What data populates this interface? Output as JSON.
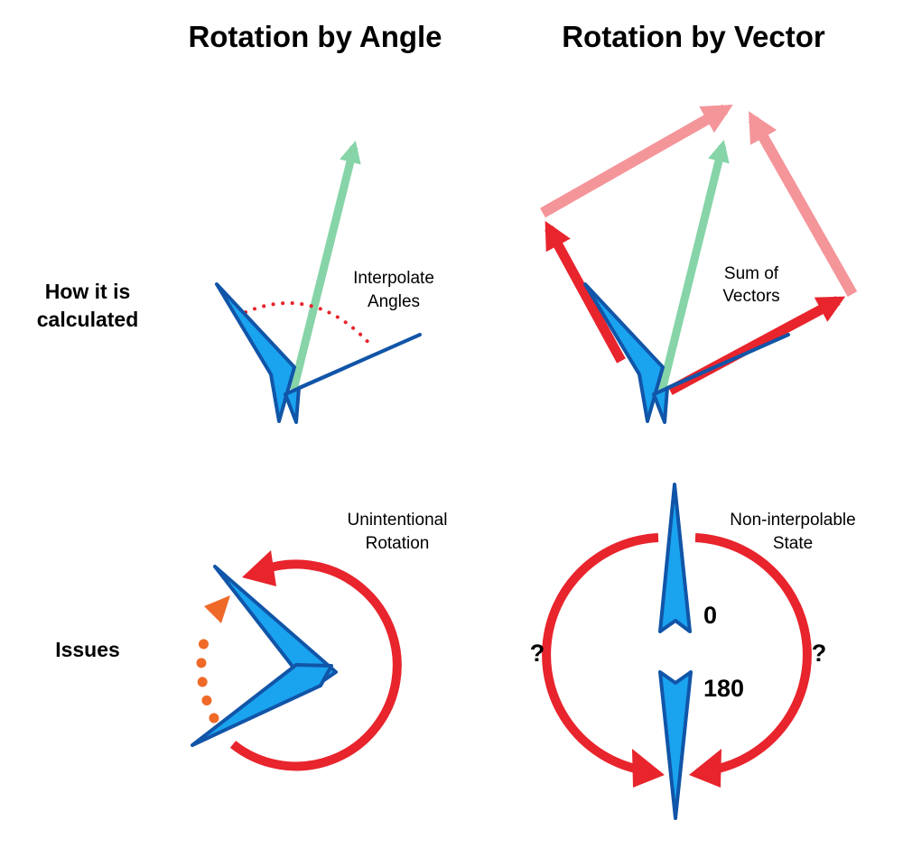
{
  "titles": {
    "angle": "Rotation by Angle",
    "vector": "Rotation by Vector"
  },
  "row_labels": {
    "calculated_line1": "How it is",
    "calculated_line2": "calculated",
    "issues": "Issues"
  },
  "annotations": {
    "interpolate_line1": "Interpolate",
    "interpolate_line2": "Angles",
    "sum_line1": "Sum of",
    "sum_line2": "Vectors",
    "unintentional_line1": "Unintentional",
    "unintentional_line2": "Rotation",
    "noninterp_line1": "Non-interpolable",
    "noninterp_line2": "State",
    "value_zero": "0",
    "value_180": "180",
    "question_left": "?",
    "question_right": "?"
  },
  "colors": {
    "arrow_fill": "#1aa3ef",
    "arrow_stroke": "#1155a8",
    "result_vector": "#86d4a8",
    "red": "#e8242c",
    "light_red": "#f4959a",
    "orange": "#ef6a28"
  }
}
